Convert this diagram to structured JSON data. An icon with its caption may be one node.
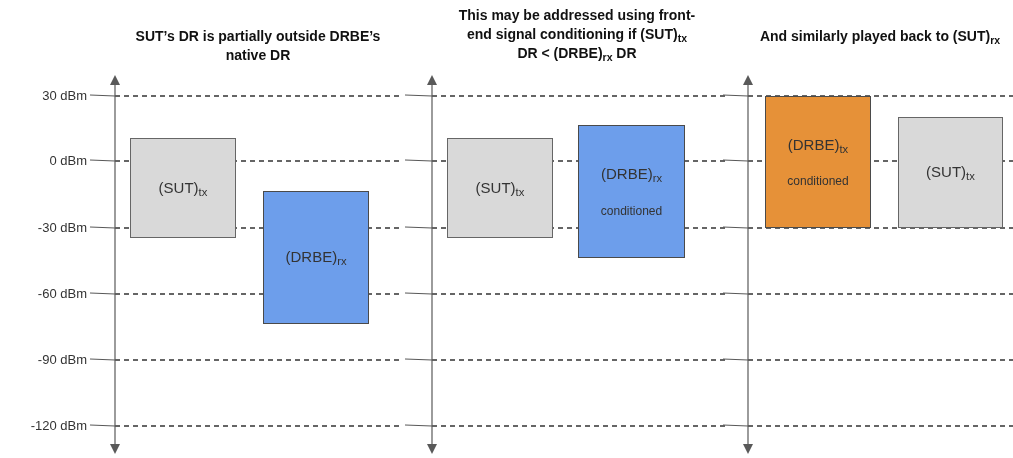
{
  "diagram": {
    "nodes": [
      {
        "text": [
          "(SUT)$_{tx}$"
        ]
      },
      {
        "text": [
          "(DRBE)$_{rx}$"
        ]
      },
      {
        "text": [
          "(SUT)$_{tx}$"
        ]
      },
      {
        "text": [
          "(DRBE)$_{rx}$",
          "conditioned"
        ]
      },
      {
        "text": [
          "(DRBE)$_{tx}$",
          "conditioned"
        ]
      },
      {
        "text": [
          "(SUT)$_{tx}$"
        ]
      }
    ],
    "labels": [
      "SUT’s DR is partially outside DRBE’s native DR",
      "This may be addressed using front-end signal conditioning if (SUT)$_{tx}$ DR < (DRBE)$_{rx}$ DR",
      "And similarly played back to (SUT)$_{rx}$",
      "30 dBm",
      "0 dBm",
      "-30 dBm",
      "-60 dBm",
      "-90 dBm",
      "-120 dBm"
    ]
  }
}
